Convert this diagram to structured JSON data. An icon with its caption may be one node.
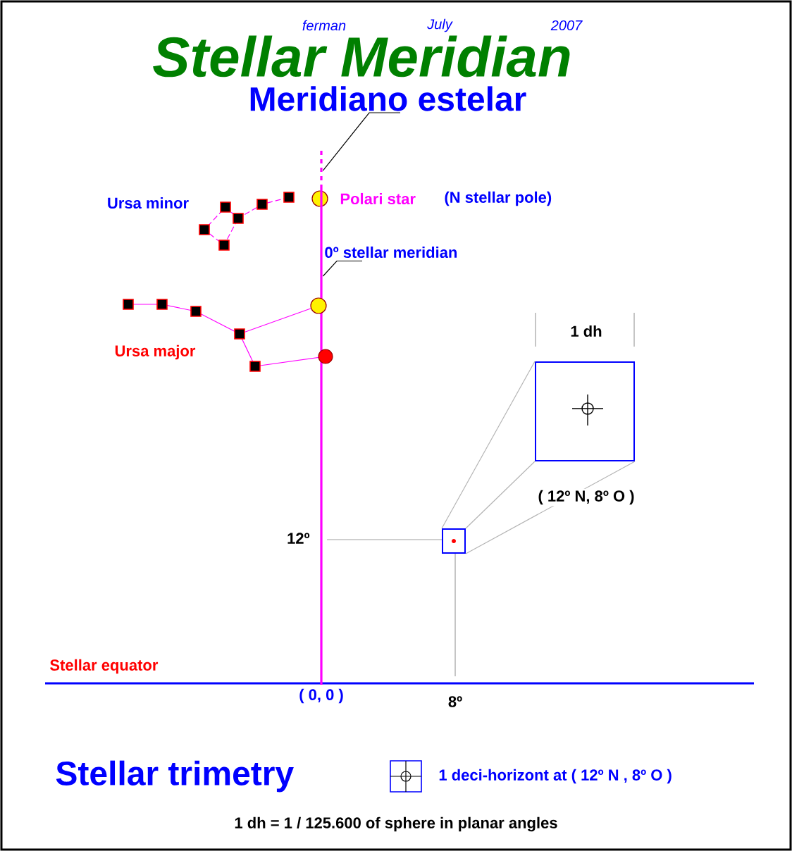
{
  "diagram": {
    "title": "Stellar Meridian",
    "nodes": [
      {
        "text": [
          "Meridiano estelar"
        ]
      },
      {
        "text": [
          "0º stellar meridian"
        ]
      },
      {
        "text": [],
        "shape": "box"
      },
      {
        "text": [],
        "shape": "box"
      },
      {
        "text": [],
        "shape": "line"
      }
    ],
    "edges": [
      {
        "from": 0,
        "to": 4,
        "arrow": "none",
        "color": "#000000"
      },
      {
        "from": 1,
        "to": 4,
        "arrow": "none",
        "color": "#000000"
      },
      {
        "from": 3,
        "to": 2,
        "arrow": "none",
        "color": "#b4b4b4"
      },
      {
        "from": 3,
        "to": 2,
        "arrow": "none",
        "color": "#b4b4b4"
      },
      {
        "from": 3,
        "to": 2,
        "arrow": "none",
        "color": "#b4b4b4"
      }
    ],
    "labels": [
      "ferman",
      "July",
      "2007",
      "Ursa minor",
      "Polari star",
      "(N stellar pole)",
      "Ursa major",
      "1  dh",
      "( 12º N, 8º O )",
      "12º",
      "Stellar equator",
      "( 0, 0 )",
      "8º",
      "Stellar trimetry",
      "1 dh = 1 / 125.600  of sphere in planar angles"
    ],
    "legend": [
      {
        "text": "1 deci-horizont at ( 12º N , 8º O )"
      }
    ]
  }
}
